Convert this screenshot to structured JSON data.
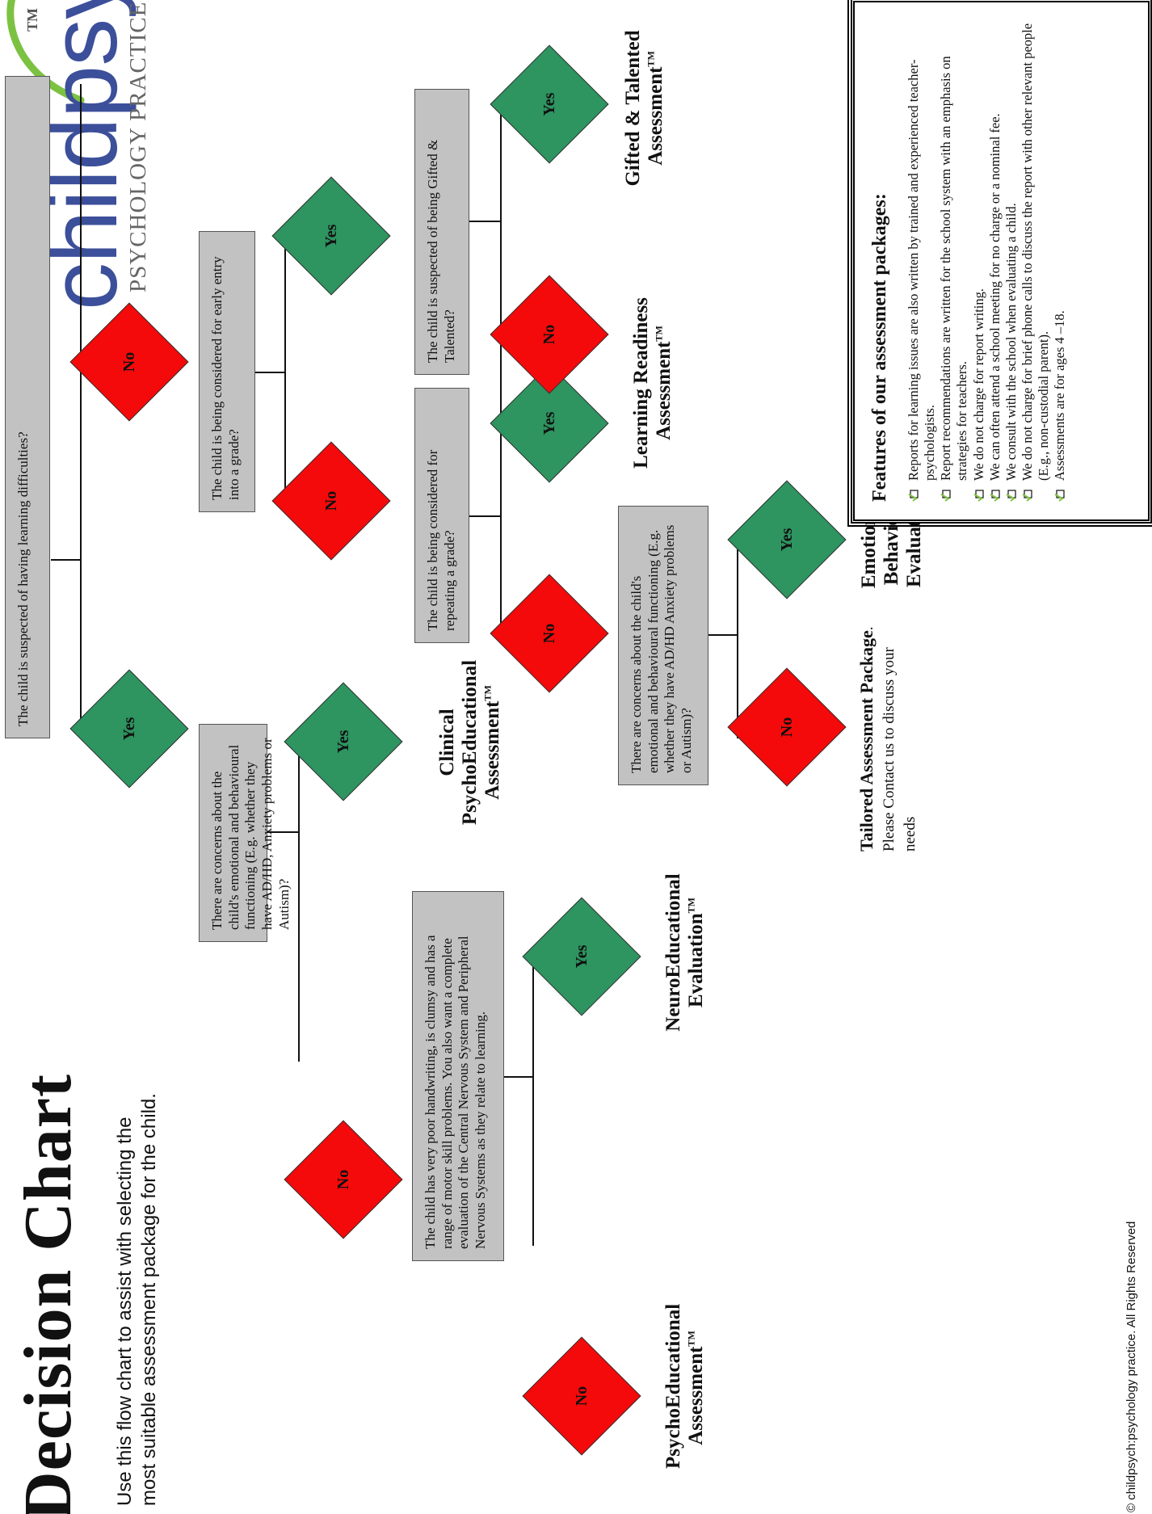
{
  "header": {
    "title": "Decision Chart",
    "subtitle": "Use this flow chart to assist with selecting the most suitable assessment package for the child."
  },
  "logo": {
    "name": "childpsych",
    "tm": "TM",
    "subtitle": "PSYCHOLOGY PRACTICE",
    "colors": {
      "text": "#3c4f9a",
      "swoosh": "#7cc242",
      "subtitle": "#666666"
    }
  },
  "colors": {
    "yes": "#2e9460",
    "no": "#f40a0a",
    "question_box": "#c2c2c2"
  },
  "labels": {
    "yes": "Yes",
    "no": "No",
    "tm": "TM"
  },
  "questions": {
    "q1": "The child is suspected of having learning difficulties?",
    "q2": "There are concerns about the child's emotional and behavioural functioning (E.g. whether they have AD/HD, Anxiety problems or Autism)?",
    "q3": "The child has very poor handwriting, is clumsy and has a range of motor skill problems. You also want a complete evaluation of the Central Nervous System and Peripheral Nervous Systems as they relate to learning.",
    "q4": "The child is being considered for early entry into a grade?",
    "q5": "The child is being considered for repeating a grade?",
    "q6": "The child is suspected of being Gifted & Talented?",
    "q7_main": "There are concerns about the child's emotional and behavioural functioning",
    "q7_example": "(E.g. whether they have AD/HD Anxiety problems or Autism)?"
  },
  "outcomes": {
    "psychoeducational": "PsychoEducational Assessment",
    "neuroeducational": "NeuroEducational Evaluation",
    "clinical": "Clinical PsychoEducational Assessment",
    "tailored_title": "Tailored Assessment Package",
    "tailored_text": ". Please Contact us to discuss your needs",
    "emotional": "Emotional & Behavioural Evaluation",
    "learning_readiness": "Learning Readiness Assessment",
    "gifted": "Gifted & Talented Assessment"
  },
  "features": {
    "title": "Features of our assessment packages:",
    "items": [
      "Reports for learning issues are also written by trained and experienced teacher-psychologists.",
      "Report recommendations are written for the school system with an emphasis on strategies for teachers.",
      "We do not charge for report writing.",
      "We can often attend a school meeting for no charge or a nominal fee.",
      "We consult with the school when evaluating a child.",
      "We do not charge for brief phone calls to discuss the report with other relevant people (E.g., non-custodial parent).",
      "Assessments are for ages 4 –18."
    ]
  },
  "footer": "© childpsych:psychology practice. All Rights Reserved"
}
